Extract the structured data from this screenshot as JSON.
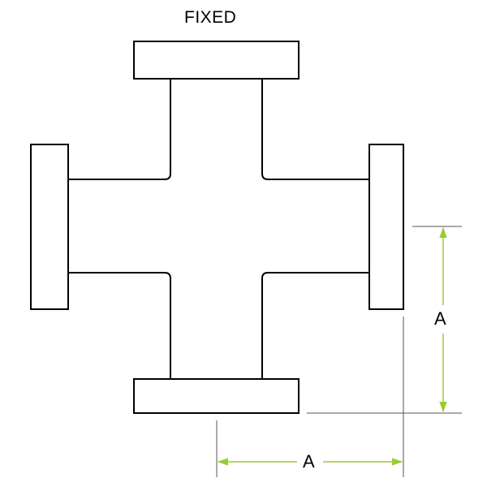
{
  "title": "FIXED",
  "dimensions": {
    "vertical_label": "A",
    "horizontal_label": "A"
  },
  "colors": {
    "outline": "#000000",
    "dimension_arrow": "#99cc33",
    "extension_line": "#555555",
    "background": "#ffffff"
  }
}
